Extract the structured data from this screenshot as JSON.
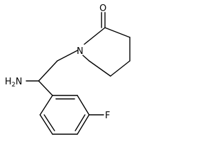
{
  "molecule": {
    "atoms": {
      "oxygen": "O",
      "nitrogen": "N",
      "amine": "H2N",
      "fluorine": "F"
    }
  },
  "colors": {
    "bond": "#000000",
    "text": "#000000",
    "background": "#ffffff"
  }
}
